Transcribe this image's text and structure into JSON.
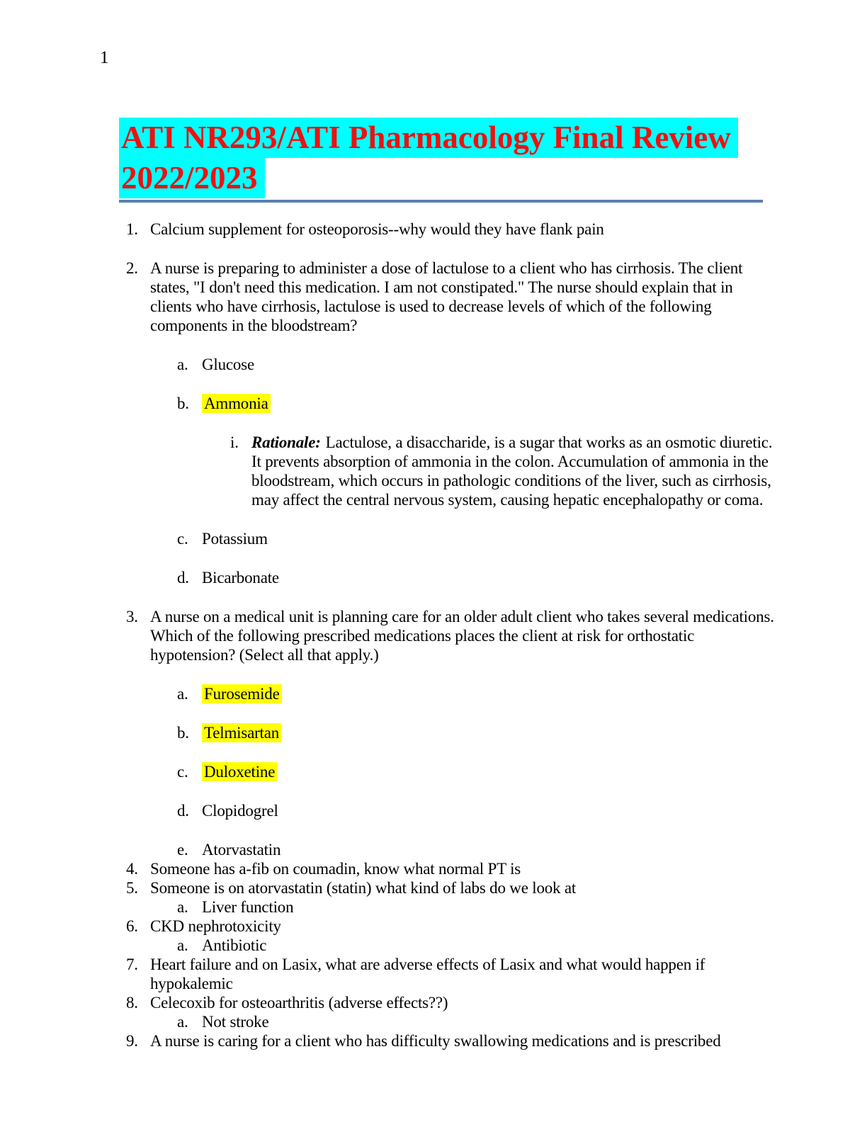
{
  "page_number": "1",
  "title": {
    "line1": "ATI NR293/ATI Pharmacology Final Review",
    "line2": "2022/2023"
  },
  "colors": {
    "title_text": "#ee1111",
    "title_highlight": "#00ffff",
    "divider_rule": "#5b7db1",
    "answer_highlight": "#ffff00",
    "body_text": "#000000"
  },
  "questions": [
    {
      "number": "1.",
      "text": "Calcium supplement for osteoporosis--why would they have flank pain"
    },
    {
      "number": "2.",
      "text": "A nurse is preparing to administer a dose of lactulose to a client who has cirrhosis. The client states, \"I don't need this medication. I am not constipated.\" The nurse should explain that in clients who have cirrhosis, lactulose is used to decrease levels of which of the following components in the bloodstream?",
      "options": [
        {
          "letter": "a.",
          "text": "Glucose"
        },
        {
          "letter": "b.",
          "text": "Ammonia"
        },
        {
          "letter": "c.",
          "text": "Potassium"
        },
        {
          "letter": "d.",
          "text": "Bicarbonate"
        }
      ],
      "rationale": {
        "marker": "i.",
        "label": "Rationale:",
        "text": "Lactulose, a disaccharide, is a sugar that works as an osmotic diuretic. It prevents absorption of ammonia in the colon. Accumulation of ammonia in the bloodstream, which occurs in pathologic conditions of the liver, such as cirrhosis, may affect the central nervous system, causing hepatic encephalopathy or coma."
      }
    },
    {
      "number": "3.",
      "text": "A nurse on a medical unit is planning care for an older adult client who takes several medications. Which of the following prescribed medications places the client at risk for orthostatic hypotension? (Select all that apply.)",
      "options": [
        {
          "letter": "a.",
          "text": "Furosemide"
        },
        {
          "letter": "b.",
          "text": "Telmisartan"
        },
        {
          "letter": "c.",
          "text": "Duloxetine"
        },
        {
          "letter": "d.",
          "text": "Clopidogrel"
        },
        {
          "letter": "e.",
          "text": "Atorvastatin"
        }
      ]
    },
    {
      "number": "4.",
      "text": "Someone has a-fib on coumadin, know what normal PT is"
    },
    {
      "number": "5.",
      "text": "Someone is on atorvastatin (statin) what kind of labs do we look at",
      "options": [
        {
          "letter": "a.",
          "text": "Liver function"
        }
      ]
    },
    {
      "number": "6.",
      "text": "CKD nephrotoxicity",
      "options": [
        {
          "letter": "a.",
          "text": "Antibiotic"
        }
      ]
    },
    {
      "number": "7.",
      "text": "Heart failure and on Lasix, what are adverse effects of Lasix and what would happen if hypokalemic"
    },
    {
      "number": "8.",
      "text": "Celecoxib for osteoarthritis (adverse effects??)",
      "options": [
        {
          "letter": "a.",
          "text": "Not stroke"
        }
      ]
    },
    {
      "number": "9.",
      "text": "A nurse is caring for a client who has difficulty swallowing medications and is prescribed"
    }
  ]
}
